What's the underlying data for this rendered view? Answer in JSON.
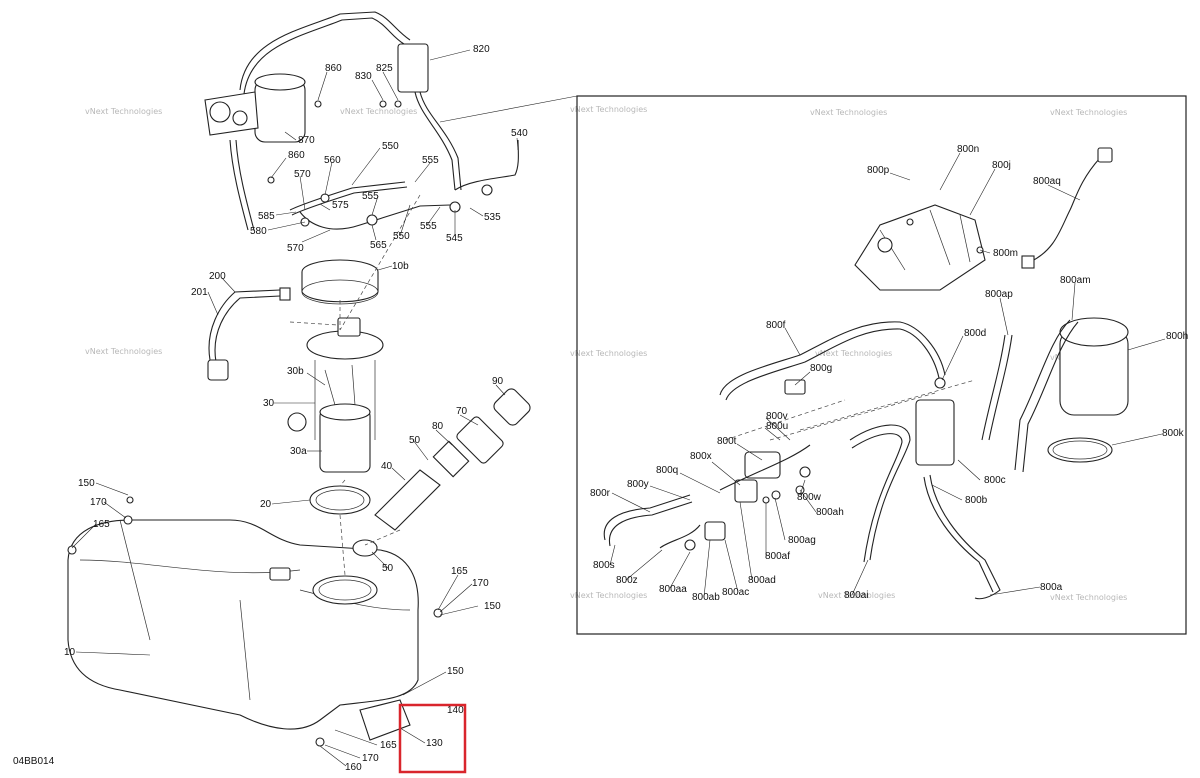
{
  "diagram": {
    "code": "04BB014",
    "watermark": "vNext Technologies",
    "highlight_color": "#d9252c",
    "callouts_left": [
      "860",
      "830",
      "825",
      "820",
      "870",
      "860",
      "560",
      "550",
      "555",
      "540",
      "570",
      "575",
      "555",
      "585",
      "580",
      "570",
      "565",
      "550",
      "555",
      "545",
      "535",
      "10b",
      "200",
      "201",
      "30b",
      "30",
      "30a",
      "20",
      "90",
      "70",
      "80",
      "50",
      "40",
      "50",
      "150",
      "170",
      "165",
      "165",
      "170",
      "150",
      "10",
      "150",
      "140",
      "165",
      "130",
      "170",
      "160"
    ],
    "callouts_right": [
      "800n",
      "800j",
      "800p",
      "800aq",
      "800m",
      "800am",
      "800ap",
      "800f",
      "800d",
      "800h",
      "800g",
      "800v",
      "800u",
      "800t",
      "800k",
      "800x",
      "800q",
      "800y",
      "800r",
      "800c",
      "800b",
      "800w",
      "800ah",
      "800ag",
      "800af",
      "800s",
      "800z",
      "800aa",
      "800ab",
      "800ac",
      "800ad",
      "800ai",
      "800a"
    ]
  }
}
